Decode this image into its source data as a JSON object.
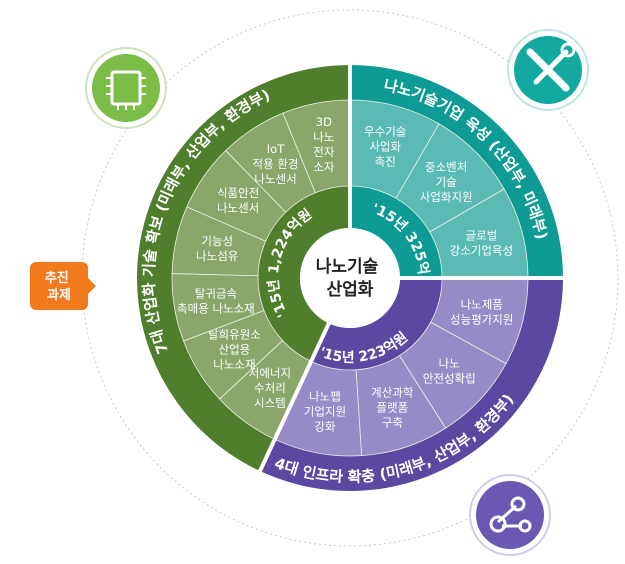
{
  "center": {
    "lines": [
      "나노기술",
      "산업화"
    ]
  },
  "tag": {
    "lines": [
      "추진",
      "과제"
    ]
  },
  "colors": {
    "green_dark": "#4f7e2d",
    "green_light": "#8aa66b",
    "teal_dark": "#0f9b95",
    "teal_light": "#5bbbb4",
    "purple_dark": "#5a48a1",
    "purple_light": "#978bc7",
    "orange": "#f07a1c"
  },
  "sectors": [
    {
      "id": "green",
      "band_label": "7대 산업화 기술 확보 (미래부, 산업부, 환경부)",
      "budget_label": "'15년 1,224억원",
      "icon": "chip-icon",
      "items": [
        {
          "lines": [
            "저에너지",
            "수처리",
            "시스템"
          ]
        },
        {
          "lines": [
            "탈희유원소",
            "산업용",
            "나노소재"
          ]
        },
        {
          "lines": [
            "탈귀금속",
            "촉매용 나노소재"
          ]
        },
        {
          "lines": [
            "기능성",
            "나노섬유"
          ]
        },
        {
          "lines": [
            "식품안전",
            "나노센서"
          ]
        },
        {
          "lines": [
            "IoT",
            "적용 환경",
            "나노센서"
          ]
        },
        {
          "lines": [
            "3D",
            "나노",
            "전자",
            "소자"
          ]
        }
      ]
    },
    {
      "id": "teal",
      "band_label": "나노기술기업 육성 (산업부, 미래부)",
      "budget_label": "'15년 325억원",
      "icon": "tools-icon",
      "items": [
        {
          "lines": [
            "우수기술",
            "사업화",
            "촉진"
          ]
        },
        {
          "lines": [
            "중소벤처",
            "기술",
            "사업화지원"
          ]
        },
        {
          "lines": [
            "글로벌",
            "강소기업육성"
          ]
        }
      ]
    },
    {
      "id": "purple",
      "band_label": "4대 인프라 확충 (미래부, 산업부, 환경부)",
      "budget_label": "'15년 223억원",
      "icon": "network-icon",
      "items": [
        {
          "lines": [
            "나노제품",
            "성능평가지원"
          ]
        },
        {
          "lines": [
            "나노",
            "안전성확립"
          ]
        },
        {
          "lines": [
            "계산과학",
            "플랫폼",
            "구축"
          ]
        },
        {
          "lines": [
            "나노팹",
            "기업지원",
            "강화"
          ]
        }
      ]
    }
  ]
}
